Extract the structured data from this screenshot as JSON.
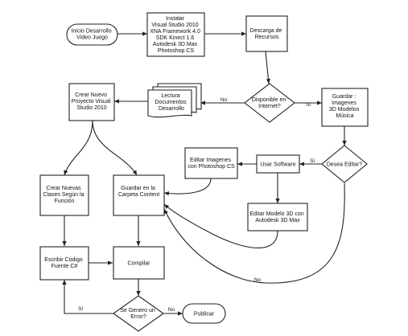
{
  "diagram": {
    "nodes": {
      "inicio": [
        "Inicio Desarrollo",
        "Video Juego"
      ],
      "instalar": [
        "Instalar",
        "Visual Studio 2010",
        "XNA Framework 4.0",
        "SDK Kinect 1.6",
        "Autodesk 3D Max",
        "Photoshop CS"
      ],
      "descarga": [
        "Descarga de",
        "Recursos"
      ],
      "disponible": [
        "Disponible en",
        "Internet?"
      ],
      "lectura": [
        "Lectura",
        "Documentos",
        "Desarrollo"
      ],
      "crear_proyecto": [
        "Crear Nuevo",
        "Proyecto Visual",
        "Studio 2010"
      ],
      "guardar_imagenes": [
        "Guardar :",
        "Imagenes",
        "3D Modelos",
        "Música"
      ],
      "desea_editar": [
        "Desea Editar?"
      ],
      "usar_software": [
        "Usar Software"
      ],
      "editar_imagenes": [
        "Editar Imagenes",
        "con Photoshop CS"
      ],
      "editar_modelo": [
        "Editar Modelo 3D con",
        "Autodesk 3D Max"
      ],
      "crear_clases": [
        "Crear Nuevas",
        "Clases Según la",
        "Función"
      ],
      "guardar_carpeta": [
        "Guardar en la",
        "Carpeta Content"
      ],
      "escribir_codigo": [
        "Escribir Código",
        "Fuente C#"
      ],
      "compilar": [
        "Compilar"
      ],
      "se_genero": [
        "Se Genero un",
        "Error?"
      ],
      "publicar": [
        "Publicar"
      ]
    },
    "edge_labels": {
      "no_disponible": "No",
      "si_disponible": "Si",
      "si_editar": "Si",
      "no_editar": "No",
      "si_error": "Si",
      "no_error": "No"
    }
  }
}
